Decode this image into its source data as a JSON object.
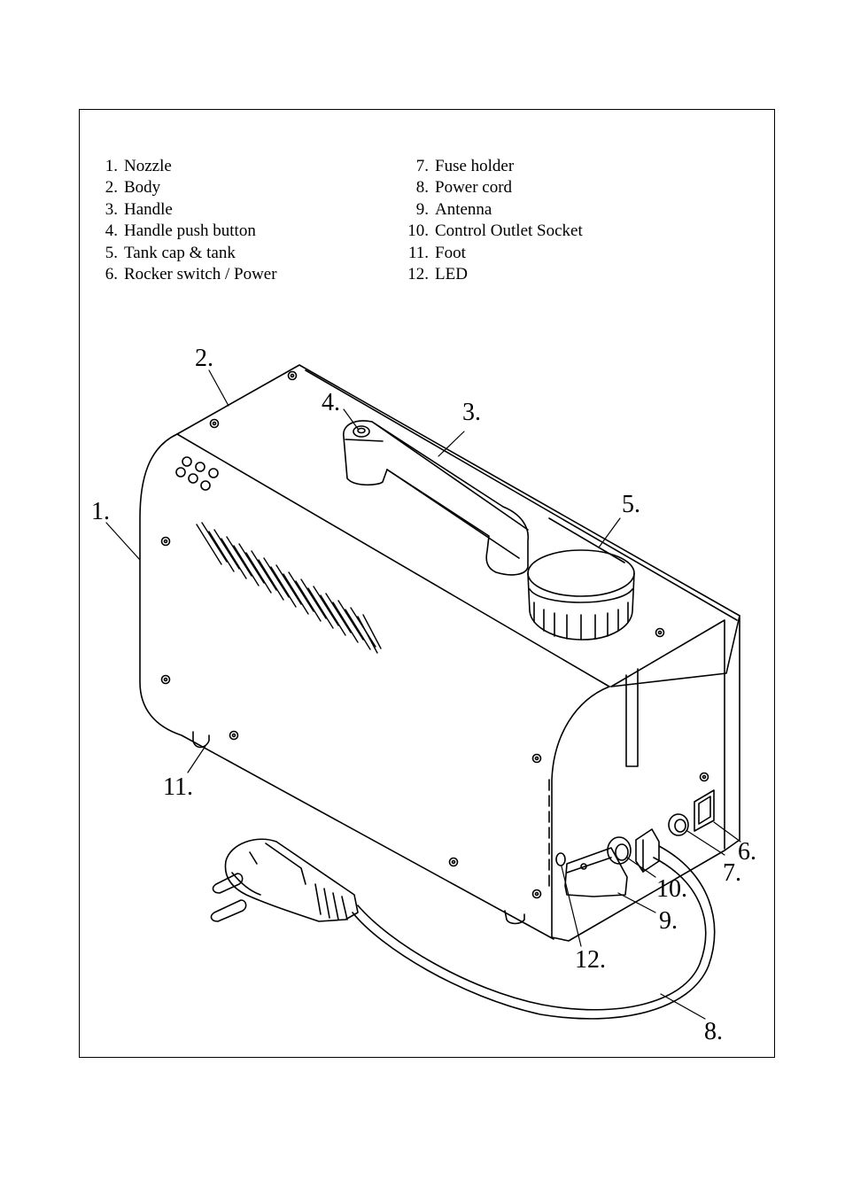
{
  "legend_left": [
    {
      "num": "1.",
      "label": "Nozzle"
    },
    {
      "num": "2.",
      "label": "Body"
    },
    {
      "num": "3.",
      "label": "Handle"
    },
    {
      "num": "4.",
      "label": "Handle push button"
    },
    {
      "num": "5.",
      "label": "Tank cap & tank"
    },
    {
      "num": "6.",
      "label": "Rocker switch / Power"
    }
  ],
  "legend_right": [
    {
      "num": "7.",
      "label": "Fuse holder"
    },
    {
      "num": "8.",
      "label": "Power cord"
    },
    {
      "num": "9.",
      "label": "Antenna"
    },
    {
      "num": "10.",
      "label": "Control Outlet Socket"
    },
    {
      "num": "11.",
      "label": "Foot"
    },
    {
      "num": "12.",
      "label": "LED"
    }
  ],
  "callouts": {
    "c1": "1.",
    "c2": "2.",
    "c3": "3.",
    "c4": "4.",
    "c5": "5.",
    "c6": "6.",
    "c7": "7.",
    "c8": "8.",
    "c9": "9.",
    "c10": "10.",
    "c11": "11.",
    "c12": "12."
  }
}
